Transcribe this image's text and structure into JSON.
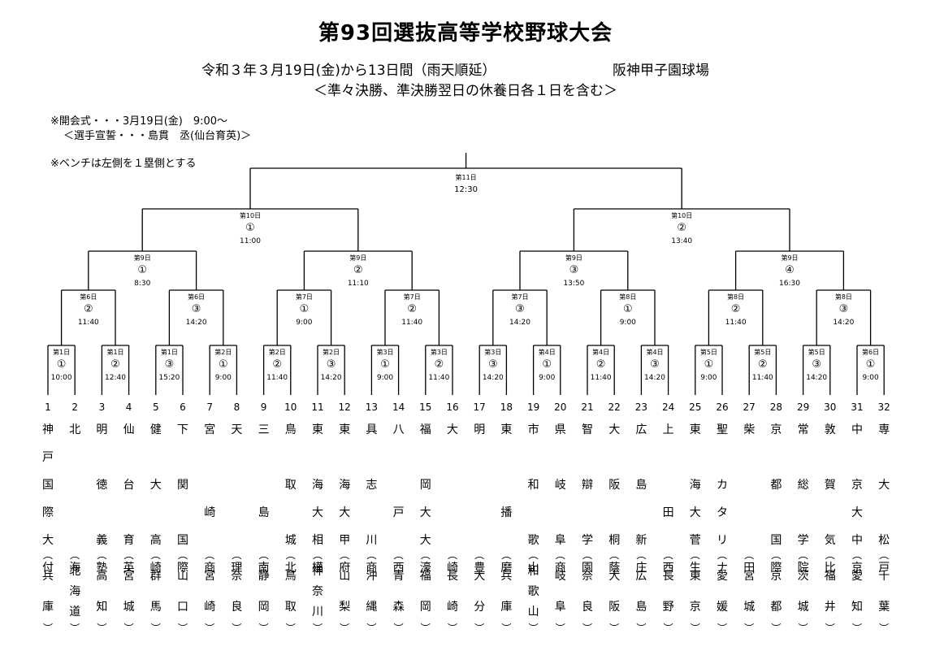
{
  "header": {
    "title": "第93回選抜高等学校野球大会",
    "schedule": "令和３年３月19日(金)から13日間（雨天順延）",
    "venue": "阪神甲子園球場",
    "note": "＜準々決勝、準決勝翌日の休養日各１日を含む＞"
  },
  "notes": {
    "opening": "※開会式・・・3月19日(金)　9:00～",
    "oath": "＜選手宣誓・・・島貫　丞(仙台育英)＞",
    "bench": "※ベンチは左側を１塁側とする"
  },
  "rounds": {
    "r1": [
      {
        "day": "第1日",
        "num": "①",
        "time": "10:00"
      },
      {
        "day": "第1日",
        "num": "②",
        "time": "12:40"
      },
      {
        "day": "第1日",
        "num": "③",
        "time": "15:20"
      },
      {
        "day": "第2日",
        "num": "①",
        "time": "9:00"
      },
      {
        "day": "第2日",
        "num": "②",
        "time": "11:40"
      },
      {
        "day": "第2日",
        "num": "③",
        "time": "14:20"
      },
      {
        "day": "第3日",
        "num": "①",
        "time": "9:00"
      },
      {
        "day": "第3日",
        "num": "②",
        "time": "11:40"
      },
      {
        "day": "第3日",
        "num": "③",
        "time": "14:20"
      },
      {
        "day": "第4日",
        "num": "①",
        "time": "9:00"
      },
      {
        "day": "第4日",
        "num": "②",
        "time": "11:40"
      },
      {
        "day": "第4日",
        "num": "③",
        "time": "14:20"
      },
      {
        "day": "第5日",
        "num": "①",
        "time": "9:00"
      },
      {
        "day": "第5日",
        "num": "②",
        "time": "11:40"
      },
      {
        "day": "第5日",
        "num": "③",
        "time": "14:20"
      },
      {
        "day": "第6日",
        "num": "①",
        "time": "9:00"
      }
    ],
    "r2": [
      {
        "day": "第6日",
        "num": "②",
        "time": "11:40"
      },
      {
        "day": "第6日",
        "num": "③",
        "time": "14:20"
      },
      {
        "day": "第7日",
        "num": "①",
        "time": "9:00"
      },
      {
        "day": "第7日",
        "num": "②",
        "time": "11:40"
      },
      {
        "day": "第7日",
        "num": "③",
        "time": "14:20"
      },
      {
        "day": "第8日",
        "num": "①",
        "time": "9:00"
      },
      {
        "day": "第8日",
        "num": "②",
        "time": "11:40"
      },
      {
        "day": "第8日",
        "num": "③",
        "time": "14:20"
      }
    ],
    "qf": [
      {
        "day": "第9日",
        "num": "①",
        "time": "8:30"
      },
      {
        "day": "第9日",
        "num": "②",
        "time": "11:10"
      },
      {
        "day": "第9日",
        "num": "③",
        "time": "13:50"
      },
      {
        "day": "第9日",
        "num": "④",
        "time": "16:30"
      }
    ],
    "sf": [
      {
        "day": "第10日",
        "num": "①",
        "time": "11:00"
      },
      {
        "day": "第10日",
        "num": "②",
        "time": "13:40"
      }
    ],
    "final": [
      {
        "day": "第11日",
        "num": "",
        "time": "12:30"
      }
    ]
  },
  "teams": [
    {
      "n": "1",
      "name": [
        "神",
        "戸",
        "国",
        "際",
        "大",
        "付"
      ],
      "pref": "兵庫"
    },
    {
      "n": "2",
      "name": [
        "北",
        "",
        "",
        "",
        "",
        "海"
      ],
      "pref": "北海道"
    },
    {
      "n": "3",
      "name": [
        "明",
        "",
        "徳",
        "",
        "義",
        "塾"
      ],
      "pref": "高知"
    },
    {
      "n": "4",
      "name": [
        "仙",
        "",
        "台",
        "",
        "育",
        "英"
      ],
      "pref": "宮城"
    },
    {
      "n": "5",
      "name": [
        "健",
        "",
        "大",
        "",
        "高",
        "崎"
      ],
      "pref": "群馬"
    },
    {
      "n": "6",
      "name": [
        "下",
        "",
        "関",
        "",
        "国",
        "際"
      ],
      "pref": "山口"
    },
    {
      "n": "7",
      "name": [
        "宮",
        "",
        "",
        "崎",
        "",
        "商"
      ],
      "pref": "宮崎"
    },
    {
      "n": "8",
      "name": [
        "天",
        "",
        "",
        "",
        "",
        "理"
      ],
      "pref": "奈良"
    },
    {
      "n": "9",
      "name": [
        "三",
        "",
        "",
        "島",
        "",
        "南"
      ],
      "pref": "静岡"
    },
    {
      "n": "10",
      "name": [
        "鳥",
        "",
        "取",
        "",
        "城",
        "北"
      ],
      "pref": "鳥取"
    },
    {
      "n": "11",
      "name": [
        "東",
        "",
        "海",
        "大",
        "相",
        "模"
      ],
      "pref": "神奈川"
    },
    {
      "n": "12",
      "name": [
        "東",
        "",
        "海",
        "大",
        "甲",
        "府"
      ],
      "pref": "山梨"
    },
    {
      "n": "13",
      "name": [
        "具",
        "",
        "志",
        "",
        "川",
        "商"
      ],
      "pref": "沖縄"
    },
    {
      "n": "14",
      "name": [
        "八",
        "",
        "",
        "戸",
        "",
        "西"
      ],
      "pref": "青森"
    },
    {
      "n": "15",
      "name": [
        "福",
        "",
        "岡",
        "大",
        "大",
        "濠"
      ],
      "pref": "福岡"
    },
    {
      "n": "16",
      "name": [
        "大",
        "",
        "",
        "",
        "",
        "崎"
      ],
      "pref": "長崎"
    },
    {
      "n": "17",
      "name": [
        "明",
        "",
        "",
        "",
        "",
        "豊"
      ],
      "pref": "大分"
    },
    {
      "n": "18",
      "name": [
        "東",
        "",
        "",
        "播",
        "",
        "磨"
      ],
      "pref": "兵庫"
    },
    {
      "n": "19",
      "name": [
        "市",
        "",
        "和",
        "",
        "歌",
        "山"
      ],
      "pref": "和歌山"
    },
    {
      "n": "20",
      "name": [
        "県",
        "",
        "岐",
        "",
        "阜",
        "商"
      ],
      "pref": "岐阜"
    },
    {
      "n": "21",
      "name": [
        "智",
        "",
        "辯",
        "",
        "学",
        "園"
      ],
      "pref": "奈良"
    },
    {
      "n": "22",
      "name": [
        "大",
        "",
        "阪",
        "",
        "桐",
        "蔭"
      ],
      "pref": "大阪"
    },
    {
      "n": "23",
      "name": [
        "広",
        "",
        "島",
        "",
        "新",
        "庄"
      ],
      "pref": "広島"
    },
    {
      "n": "24",
      "name": [
        "上",
        "",
        "",
        "田",
        "",
        "西"
      ],
      "pref": "長野"
    },
    {
      "n": "25",
      "name": [
        "東",
        "",
        "海",
        "大",
        "菅",
        "生"
      ],
      "pref": "東京"
    },
    {
      "n": "26",
      "name": [
        "聖",
        "",
        "カ",
        "タ",
        "リ",
        "ナ"
      ],
      "pref": "愛媛"
    },
    {
      "n": "27",
      "name": [
        "柴",
        "",
        "",
        "",
        "",
        "田"
      ],
      "pref": "宮城"
    },
    {
      "n": "28",
      "name": [
        "京",
        "",
        "都",
        "",
        "国",
        "際"
      ],
      "pref": "京都"
    },
    {
      "n": "29",
      "name": [
        "常",
        "",
        "総",
        "",
        "学",
        "院"
      ],
      "pref": "茨城"
    },
    {
      "n": "30",
      "name": [
        "敦",
        "",
        "賀",
        "",
        "気",
        "比"
      ],
      "pref": "福井"
    },
    {
      "n": "31",
      "name": [
        "中",
        "",
        "京",
        "大",
        "中",
        "京"
      ],
      "pref": "愛知"
    },
    {
      "n": "32",
      "name": [
        "専",
        "",
        "大",
        "",
        "松",
        "戸"
      ],
      "pref": "千葉"
    }
  ]
}
